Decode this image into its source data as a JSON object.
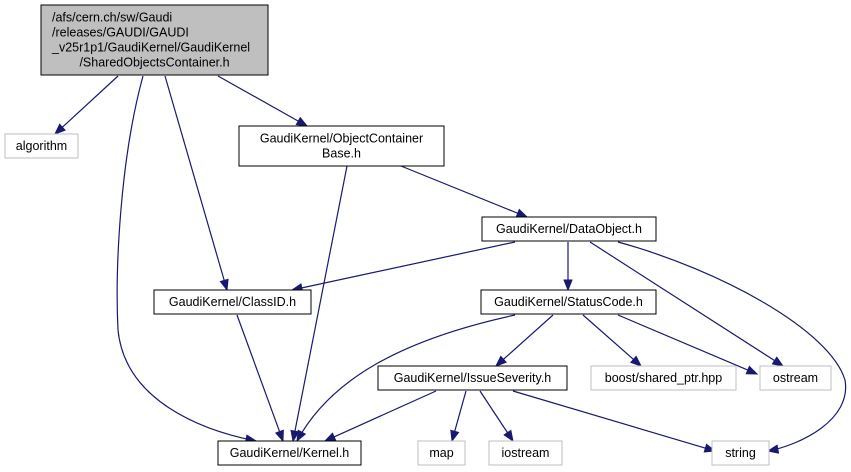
{
  "diagram": {
    "type": "include-dependency-graph",
    "colors": {
      "edge": "#191970",
      "root_fill": "#bfbfbf",
      "documented_border": "#000000",
      "external_border": "#bfbfbf"
    },
    "nodes": {
      "root": {
        "lines": [
          "/afs/cern.ch/sw/Gaudi",
          "/releases/GAUDI/GAUDI",
          "_v25r1p1/GaudiKernel/GaudiKernel",
          "/SharedObjectsContainer.h"
        ],
        "kind": "root"
      },
      "algorithm": {
        "lines": [
          "algorithm"
        ],
        "kind": "external"
      },
      "objectcontainerbase": {
        "lines": [
          "GaudiKernel/ObjectContainer",
          "Base.h"
        ],
        "kind": "documented"
      },
      "dataobject": {
        "lines": [
          "GaudiKernel/DataObject.h"
        ],
        "kind": "documented"
      },
      "classid": {
        "lines": [
          "GaudiKernel/ClassID.h"
        ],
        "kind": "documented"
      },
      "statuscode": {
        "lines": [
          "GaudiKernel/StatusCode.h"
        ],
        "kind": "documented"
      },
      "issueseverity": {
        "lines": [
          "GaudiKernel/IssueSeverity.h"
        ],
        "kind": "documented"
      },
      "boost_shared_ptr": {
        "lines": [
          "boost/shared_ptr.hpp"
        ],
        "kind": "external"
      },
      "ostream": {
        "lines": [
          "ostream"
        ],
        "kind": "external"
      },
      "kernel": {
        "lines": [
          "GaudiKernel/Kernel.h"
        ],
        "kind": "documented"
      },
      "map": {
        "lines": [
          "map"
        ],
        "kind": "external"
      },
      "iostream": {
        "lines": [
          "iostream"
        ],
        "kind": "external"
      },
      "string": {
        "lines": [
          "string"
        ],
        "kind": "external"
      }
    },
    "edges": [
      {
        "from": "root",
        "to": "algorithm"
      },
      {
        "from": "root",
        "to": "objectcontainerbase"
      },
      {
        "from": "root",
        "to": "classid"
      },
      {
        "from": "root",
        "to": "kernel"
      },
      {
        "from": "objectcontainerbase",
        "to": "dataobject"
      },
      {
        "from": "objectcontainerbase",
        "to": "kernel"
      },
      {
        "from": "dataobject",
        "to": "classid"
      },
      {
        "from": "dataobject",
        "to": "statuscode"
      },
      {
        "from": "dataobject",
        "to": "ostream"
      },
      {
        "from": "dataobject",
        "to": "string"
      },
      {
        "from": "classid",
        "to": "kernel"
      },
      {
        "from": "statuscode",
        "to": "kernel"
      },
      {
        "from": "statuscode",
        "to": "issueseverity"
      },
      {
        "from": "statuscode",
        "to": "boost_shared_ptr"
      },
      {
        "from": "statuscode",
        "to": "ostream"
      },
      {
        "from": "issueseverity",
        "to": "kernel"
      },
      {
        "from": "issueseverity",
        "to": "map"
      },
      {
        "from": "issueseverity",
        "to": "iostream"
      },
      {
        "from": "issueseverity",
        "to": "string"
      }
    ]
  }
}
